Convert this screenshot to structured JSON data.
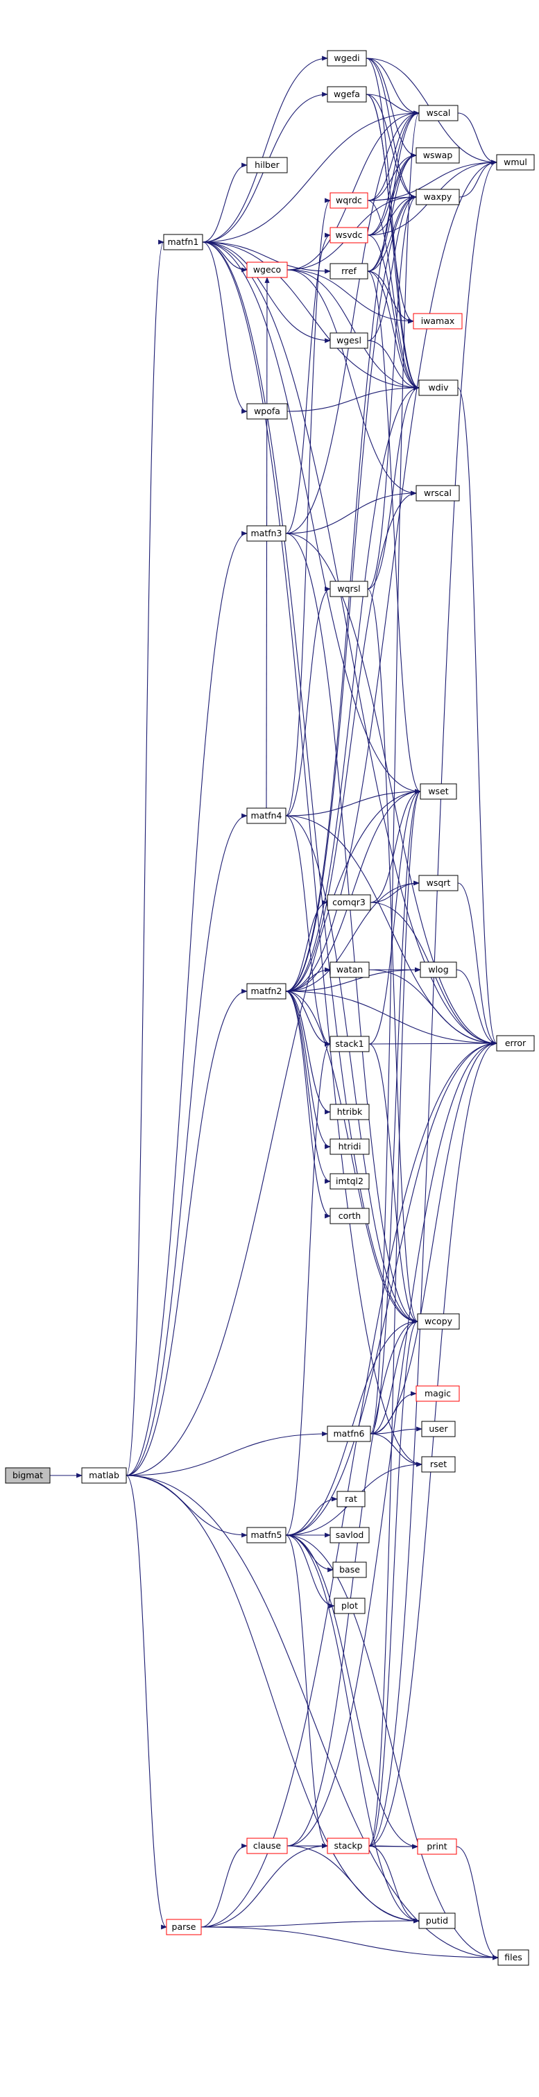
{
  "graph": {
    "colors": {
      "edge": "#191970",
      "node_border": "#000000",
      "truncated_border": "#ff0000",
      "root_fill": "#bfbfbf",
      "node_fill": "#ffffff"
    },
    "nodes": [
      {
        "id": "bigmat",
        "label": "bigmat",
        "style": "root"
      },
      {
        "id": "matlab",
        "label": "matlab",
        "style": "normal"
      },
      {
        "id": "matfn1",
        "label": "matfn1",
        "style": "normal"
      },
      {
        "id": "matfn3",
        "label": "matfn3",
        "style": "normal"
      },
      {
        "id": "matfn4",
        "label": "matfn4",
        "style": "normal"
      },
      {
        "id": "matfn2",
        "label": "matfn2",
        "style": "normal"
      },
      {
        "id": "matfn5",
        "label": "matfn5",
        "style": "normal"
      },
      {
        "id": "parse",
        "label": "parse",
        "style": "truncated"
      },
      {
        "id": "hilber",
        "label": "hilber",
        "style": "normal"
      },
      {
        "id": "wgeco",
        "label": "wgeco",
        "style": "truncated"
      },
      {
        "id": "wpofa",
        "label": "wpofa",
        "style": "normal"
      },
      {
        "id": "clause",
        "label": "clause",
        "style": "truncated"
      },
      {
        "id": "wgedi",
        "label": "wgedi",
        "style": "normal"
      },
      {
        "id": "wgefa",
        "label": "wgefa",
        "style": "normal"
      },
      {
        "id": "wqrdc",
        "label": "wqrdc",
        "style": "truncated"
      },
      {
        "id": "wsvdc",
        "label": "wsvdc",
        "style": "truncated"
      },
      {
        "id": "rref",
        "label": "rref",
        "style": "normal"
      },
      {
        "id": "wgesl",
        "label": "wgesl",
        "style": "normal"
      },
      {
        "id": "wqrsl",
        "label": "wqrsl",
        "style": "normal"
      },
      {
        "id": "comqr3",
        "label": "comqr3",
        "style": "normal"
      },
      {
        "id": "watan",
        "label": "watan",
        "style": "normal"
      },
      {
        "id": "stack1",
        "label": "stack1",
        "style": "normal"
      },
      {
        "id": "htribk",
        "label": "htribk",
        "style": "normal"
      },
      {
        "id": "htridi",
        "label": "htridi",
        "style": "normal"
      },
      {
        "id": "imtql2",
        "label": "imtql2",
        "style": "normal"
      },
      {
        "id": "corth",
        "label": "corth",
        "style": "normal"
      },
      {
        "id": "matfn6",
        "label": "matfn6",
        "style": "normal"
      },
      {
        "id": "rat",
        "label": "rat",
        "style": "normal"
      },
      {
        "id": "savlod",
        "label": "savlod",
        "style": "normal"
      },
      {
        "id": "base",
        "label": "base",
        "style": "normal"
      },
      {
        "id": "plot",
        "label": "plot",
        "style": "normal"
      },
      {
        "id": "stackp",
        "label": "stackp",
        "style": "truncated"
      },
      {
        "id": "wscal",
        "label": "wscal",
        "style": "normal"
      },
      {
        "id": "wswap",
        "label": "wswap",
        "style": "normal"
      },
      {
        "id": "waxpy",
        "label": "waxpy",
        "style": "normal"
      },
      {
        "id": "iwamax",
        "label": "iwamax",
        "style": "truncated"
      },
      {
        "id": "wdiv",
        "label": "wdiv",
        "style": "normal"
      },
      {
        "id": "wrscal",
        "label": "wrscal",
        "style": "normal"
      },
      {
        "id": "wset",
        "label": "wset",
        "style": "normal"
      },
      {
        "id": "wsqrt",
        "label": "wsqrt",
        "style": "normal"
      },
      {
        "id": "wlog",
        "label": "wlog",
        "style": "normal"
      },
      {
        "id": "wcopy",
        "label": "wcopy",
        "style": "normal"
      },
      {
        "id": "magic",
        "label": "magic",
        "style": "truncated"
      },
      {
        "id": "user",
        "label": "user",
        "style": "normal"
      },
      {
        "id": "rset",
        "label": "rset",
        "style": "normal"
      },
      {
        "id": "print",
        "label": "print",
        "style": "truncated"
      },
      {
        "id": "putid",
        "label": "putid",
        "style": "normal"
      },
      {
        "id": "wmul",
        "label": "wmul",
        "style": "normal"
      },
      {
        "id": "error",
        "label": "error",
        "style": "normal"
      },
      {
        "id": "files",
        "label": "files",
        "style": "normal"
      }
    ],
    "edges": [
      [
        "bigmat",
        "matlab"
      ],
      [
        "matlab",
        "matfn1"
      ],
      [
        "matlab",
        "matfn2"
      ],
      [
        "matlab",
        "matfn3"
      ],
      [
        "matlab",
        "matfn4"
      ],
      [
        "matlab",
        "matfn5"
      ],
      [
        "matlab",
        "matfn6"
      ],
      [
        "matlab",
        "parse"
      ],
      [
        "matlab",
        "files"
      ],
      [
        "matlab",
        "putid"
      ],
      [
        "matlab",
        "wset"
      ],
      [
        "matfn1",
        "hilber"
      ],
      [
        "matfn1",
        "wgeco"
      ],
      [
        "matfn1",
        "wgedi"
      ],
      [
        "matfn1",
        "wgefa"
      ],
      [
        "matfn1",
        "wpofa"
      ],
      [
        "matfn1",
        "rref"
      ],
      [
        "matfn1",
        "wgesl"
      ],
      [
        "matfn1",
        "wscal"
      ],
      [
        "matfn1",
        "wdiv"
      ],
      [
        "matfn1",
        "wset"
      ],
      [
        "matfn1",
        "error"
      ],
      [
        "matfn1",
        "rset"
      ],
      [
        "matfn1",
        "wcopy"
      ],
      [
        "matfn3",
        "wsvdc"
      ],
      [
        "matfn3",
        "wrscal"
      ],
      [
        "matfn3",
        "error"
      ],
      [
        "matfn3",
        "wcopy"
      ],
      [
        "matfn3",
        "wscal"
      ],
      [
        "matfn4",
        "wgeco"
      ],
      [
        "matfn4",
        "wqrdc"
      ],
      [
        "matfn4",
        "wqrsl"
      ],
      [
        "matfn4",
        "wset"
      ],
      [
        "matfn4",
        "error"
      ],
      [
        "matfn4",
        "wcopy"
      ],
      [
        "matfn4",
        "stack1"
      ],
      [
        "matfn2",
        "comqr3"
      ],
      [
        "matfn2",
        "watan"
      ],
      [
        "matfn2",
        "stack1"
      ],
      [
        "matfn2",
        "htribk"
      ],
      [
        "matfn2",
        "htridi"
      ],
      [
        "matfn2",
        "imtql2"
      ],
      [
        "matfn2",
        "corth"
      ],
      [
        "matfn2",
        "wlog"
      ],
      [
        "matfn2",
        "wsqrt"
      ],
      [
        "matfn2",
        "wset"
      ],
      [
        "matfn2",
        "error"
      ],
      [
        "matfn2",
        "wcopy"
      ],
      [
        "matfn2",
        "wmul"
      ],
      [
        "matfn2",
        "wdiv"
      ],
      [
        "matfn2",
        "wrscal"
      ],
      [
        "matfn2",
        "waxpy"
      ],
      [
        "matfn2",
        "wswap"
      ],
      [
        "matfn5",
        "rat"
      ],
      [
        "matfn5",
        "savlod"
      ],
      [
        "matfn5",
        "base"
      ],
      [
        "matfn5",
        "plot"
      ],
      [
        "matfn5",
        "stackp"
      ],
      [
        "matfn5",
        "print"
      ],
      [
        "matfn5",
        "putid"
      ],
      [
        "matfn5",
        "files"
      ],
      [
        "matfn5",
        "error"
      ],
      [
        "matfn5",
        "wcopy"
      ],
      [
        "matfn5",
        "stack1"
      ],
      [
        "matfn5",
        "rset"
      ],
      [
        "matfn6",
        "magic"
      ],
      [
        "matfn6",
        "user"
      ],
      [
        "matfn6",
        "rset"
      ],
      [
        "matfn6",
        "wcopy"
      ],
      [
        "matfn6",
        "wset"
      ],
      [
        "matfn6",
        "error"
      ],
      [
        "matfn6",
        "wscal"
      ],
      [
        "parse",
        "clause"
      ],
      [
        "parse",
        "stackp"
      ],
      [
        "parse",
        "putid"
      ],
      [
        "parse",
        "error"
      ],
      [
        "parse",
        "files"
      ],
      [
        "clause",
        "stackp"
      ],
      [
        "clause",
        "print"
      ],
      [
        "clause",
        "putid"
      ],
      [
        "clause",
        "error"
      ],
      [
        "clause",
        "wcopy"
      ],
      [
        "stackp",
        "print"
      ],
      [
        "stackp",
        "putid"
      ],
      [
        "stackp",
        "error"
      ],
      [
        "stackp",
        "wcopy"
      ],
      [
        "stackp",
        "wset"
      ],
      [
        "stackp",
        "wmul"
      ],
      [
        "print",
        "files"
      ],
      [
        "wgeco",
        "wscal"
      ],
      [
        "wgeco",
        "waxpy"
      ],
      [
        "wgeco",
        "wdiv"
      ],
      [
        "wgeco",
        "wrscal"
      ],
      [
        "wgeco",
        "iwamax"
      ],
      [
        "wgedi",
        "wscal"
      ],
      [
        "wgedi",
        "wswap"
      ],
      [
        "wgedi",
        "waxpy"
      ],
      [
        "wgedi",
        "wmul"
      ],
      [
        "wgedi",
        "wdiv"
      ],
      [
        "wgefa",
        "wscal"
      ],
      [
        "wgefa",
        "waxpy"
      ],
      [
        "wgefa",
        "wdiv"
      ],
      [
        "wgefa",
        "iwamax"
      ],
      [
        "wqrdc",
        "waxpy"
      ],
      [
        "wqrdc",
        "wscal"
      ],
      [
        "wqrdc",
        "wswap"
      ],
      [
        "wqrdc",
        "wdiv"
      ],
      [
        "wqrdc",
        "wmul"
      ],
      [
        "wsvdc",
        "waxpy"
      ],
      [
        "wsvdc",
        "wscal"
      ],
      [
        "wsvdc",
        "wswap"
      ],
      [
        "wsvdc",
        "wmul"
      ],
      [
        "wsvdc",
        "wdiv"
      ],
      [
        "rref",
        "waxpy"
      ],
      [
        "rref",
        "wscal"
      ],
      [
        "rref",
        "wswap"
      ],
      [
        "rref",
        "iwamax"
      ],
      [
        "rref",
        "wset"
      ],
      [
        "rref",
        "wdiv"
      ],
      [
        "wgesl",
        "waxpy"
      ],
      [
        "wgesl",
        "wdiv"
      ],
      [
        "wpofa",
        "wdiv"
      ],
      [
        "wqrsl",
        "waxpy"
      ],
      [
        "wqrsl",
        "wdiv"
      ],
      [
        "wqrsl",
        "wcopy"
      ],
      [
        "comqr3",
        "wsqrt"
      ],
      [
        "comqr3",
        "wset"
      ],
      [
        "comqr3",
        "error"
      ],
      [
        "watan",
        "wlog"
      ],
      [
        "watan",
        "error"
      ],
      [
        "stack1",
        "error"
      ],
      [
        "stack1",
        "wcopy"
      ],
      [
        "stack1",
        "wset"
      ],
      [
        "wscal",
        "wmul"
      ],
      [
        "waxpy",
        "wmul"
      ],
      [
        "wsqrt",
        "error"
      ],
      [
        "wlog",
        "error"
      ],
      [
        "wdiv",
        "error"
      ]
    ]
  }
}
